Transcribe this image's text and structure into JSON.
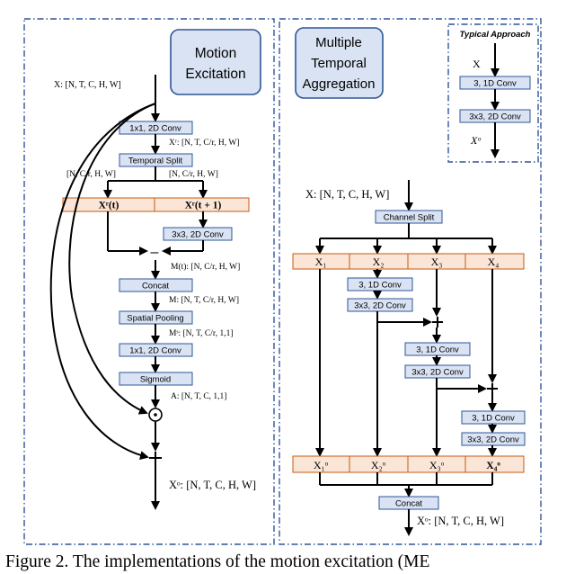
{
  "me": {
    "title_line1": "Motion",
    "title_line2": "Excitation",
    "input": "X: [N, T, C, H, W]",
    "conv1": "1x1, 2D Conv",
    "xr_shape": "Xʳ: [N, T, C/r, H, W]",
    "temporal_split": "Temporal Split",
    "left_shape": "[N, C/r, H, W]",
    "right_shape": "[N, C/r, H, W]",
    "xr_t": "Xʳ(t)",
    "xr_t1": "Xʳ(t + 1)",
    "conv3": "3x3, 2D Conv",
    "minus": "–",
    "m_t": "M(t): [N, C/r, H, W]",
    "concat": "Concat",
    "m_shape": "M: [N, T, C/r, H, W]",
    "spatial_pooling": "Spatial Pooling",
    "ms_shape": "Mˢ: [N, T, C/r, 1,1]",
    "conv1b": "1x1, 2D Conv",
    "sigmoid": "Sigmoid",
    "a_shape": "A: [N, T, C, 1,1]",
    "output": "Xᵒ: [N, T, C, H, W]"
  },
  "mta": {
    "title_line1": "Multiple",
    "title_line2": "Temporal",
    "title_line3": "Aggregation",
    "input": "X: [N, T, C, H, W]",
    "channel_split": "Channel Split",
    "x_labels": [
      "X₁",
      "X₂",
      "X₃",
      "X₄"
    ],
    "conv1d": "3, 1D Conv",
    "conv2d": "3x3, 2D Conv",
    "xo_labels": [
      "X₁ᵒ",
      "X₂ᵒ",
      "X₃ᵒ",
      "X₄ᵒ"
    ],
    "concat": "Concat",
    "output": "Xᵒ: [N, T, C, H, W]"
  },
  "typical": {
    "title": "Typical Approach",
    "input": "X",
    "conv1d": "3, 1D Conv",
    "conv2d": "3x3, 2D Conv",
    "output": "Xᵒ"
  },
  "caption": "Figure 2. The implementations of the motion excitation (ME"
}
